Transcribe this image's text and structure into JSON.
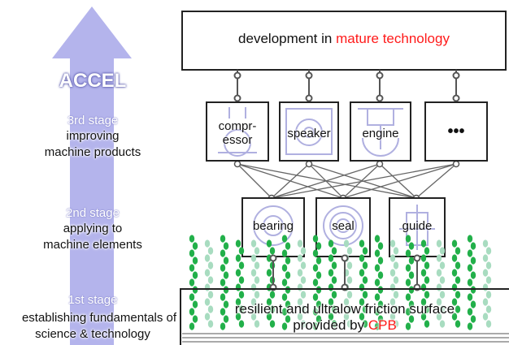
{
  "accel_title": "ACCEL",
  "stages": [
    {
      "title": "3rd stage",
      "line1": "improving",
      "line2": "machine products"
    },
    {
      "title": "2nd stage",
      "line1": "applying to",
      "line2": "machine elements"
    },
    {
      "title": "1st stage",
      "line1": "establishing fundamentals of",
      "line2": "science & technology"
    }
  ],
  "top_box": {
    "text_prefix": "development in ",
    "text_highlight": "mature technology"
  },
  "products": [
    "compr-\nessor",
    "speaker",
    "engine",
    "•••"
  ],
  "elements": [
    "bearing",
    "seal",
    "guide"
  ],
  "surface": {
    "line1": "resilient and ultralow friction surface",
    "line2_prefix": "provided by ",
    "line2_highlight": "CPB"
  },
  "colors": {
    "arrow": "#b4b4ec",
    "highlight": "#ff1a1a",
    "brush": "#22b04a",
    "brush_light": "#a8dcc0",
    "frame": "#222222"
  }
}
